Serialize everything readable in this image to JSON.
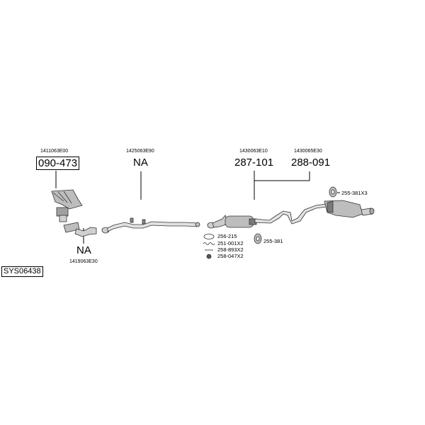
{
  "diagram": {
    "system_code": "SYS06438",
    "groups": [
      {
        "part_code": "1411063E00",
        "part_number": "090-473"
      },
      {
        "part_code": "1425063E90",
        "part_number": "NA"
      },
      {
        "part_code": "1419063E30",
        "part_number": "NA"
      },
      {
        "part_code": "1430063E10",
        "part_number": "287-101"
      },
      {
        "part_code": "1430065E30",
        "part_number": "288-091"
      }
    ],
    "accessories": [
      {
        "ref": "256-215"
      },
      {
        "ref": "251-001X2"
      },
      {
        "ref": "258-893X2"
      },
      {
        "ref": "258-047X2"
      },
      {
        "ref": "255-381"
      },
      {
        "ref": "255-381X3"
      }
    ],
    "colors": {
      "line": "#000000",
      "part": "#bdbdbd",
      "part_dark": "#7a7a7a"
    }
  }
}
